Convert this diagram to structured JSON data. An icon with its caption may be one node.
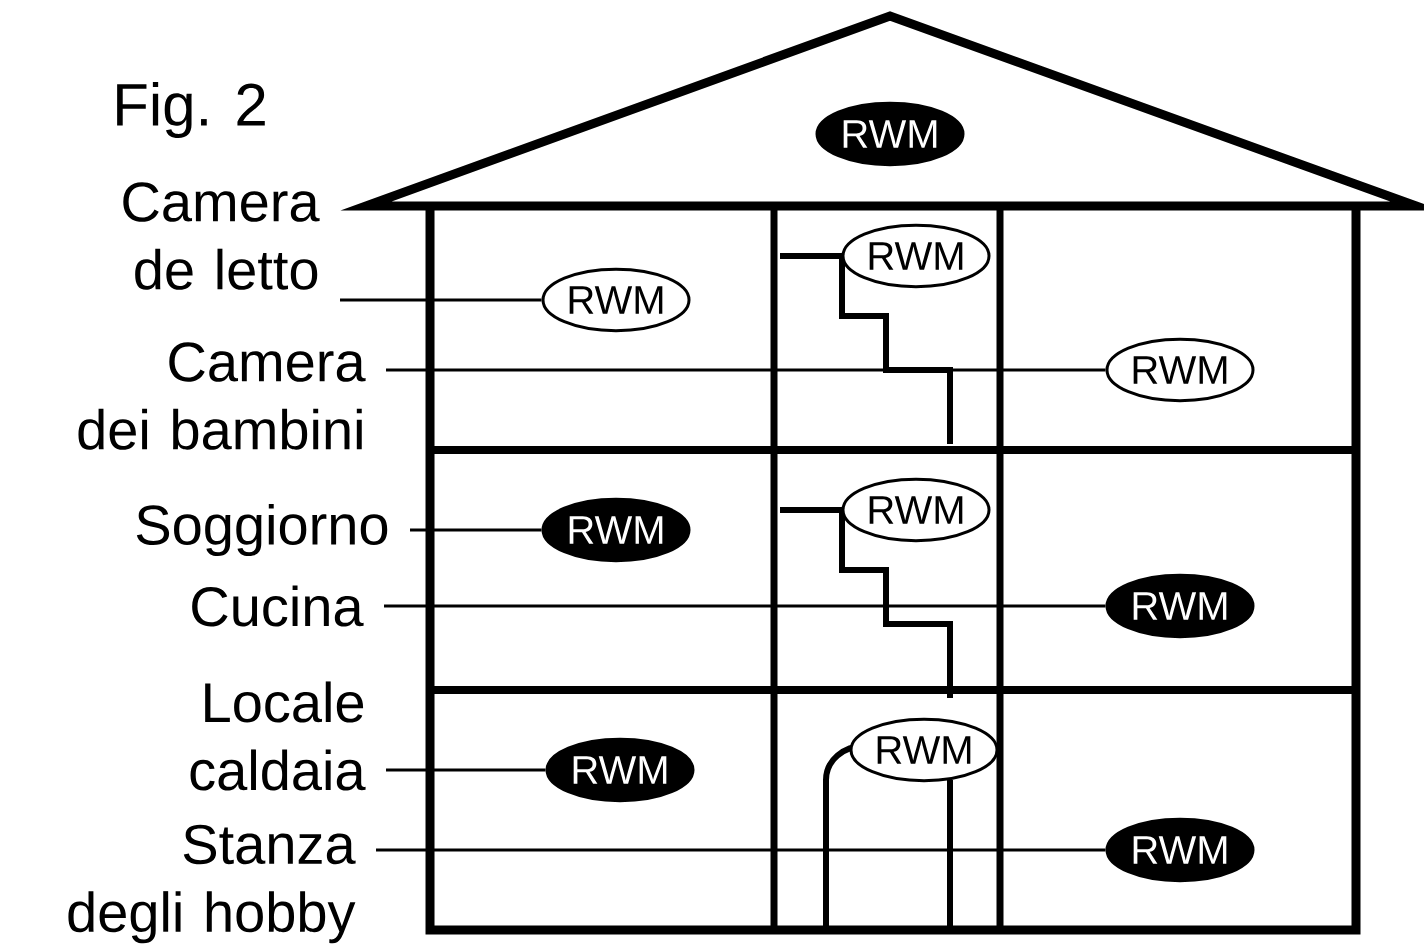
{
  "diagram": {
    "title": "Fig. 2",
    "nodes": [
      {
        "text": [
          "RWM"
        ]
      },
      {
        "text": [
          "Camera de letto"
        ]
      },
      {
        "text": [
          "RWM"
        ]
      },
      {
        "text": [
          "RWM"
        ]
      },
      {
        "text": [
          "Camera dei bambini"
        ]
      },
      {
        "text": [
          "RWM"
        ]
      },
      {
        "text": [
          "Soggiorno"
        ]
      },
      {
        "text": [
          "RWM"
        ]
      },
      {
        "text": [
          "RWM"
        ]
      },
      {
        "text": [
          "Cucina"
        ]
      },
      {
        "text": [
          "RWM"
        ]
      },
      {
        "text": [
          "Locale caldaia"
        ]
      },
      {
        "text": [
          "RWM"
        ]
      },
      {
        "text": [
          "RWM"
        ]
      },
      {
        "text": [
          "Stanza degli hobby"
        ]
      },
      {
        "text": [
          "RWM"
        ]
      }
    ],
    "edges": [
      {
        "from": 1,
        "to": 2,
        "arrow": "none"
      },
      {
        "from": 4,
        "to": 5,
        "arrow": "none"
      },
      {
        "from": 6,
        "to": 7,
        "arrow": "none"
      },
      {
        "from": 9,
        "to": 10,
        "arrow": "none"
      },
      {
        "from": 11,
        "to": 12,
        "arrow": "none"
      },
      {
        "from": 14,
        "to": 15,
        "arrow": "none"
      }
    ]
  }
}
